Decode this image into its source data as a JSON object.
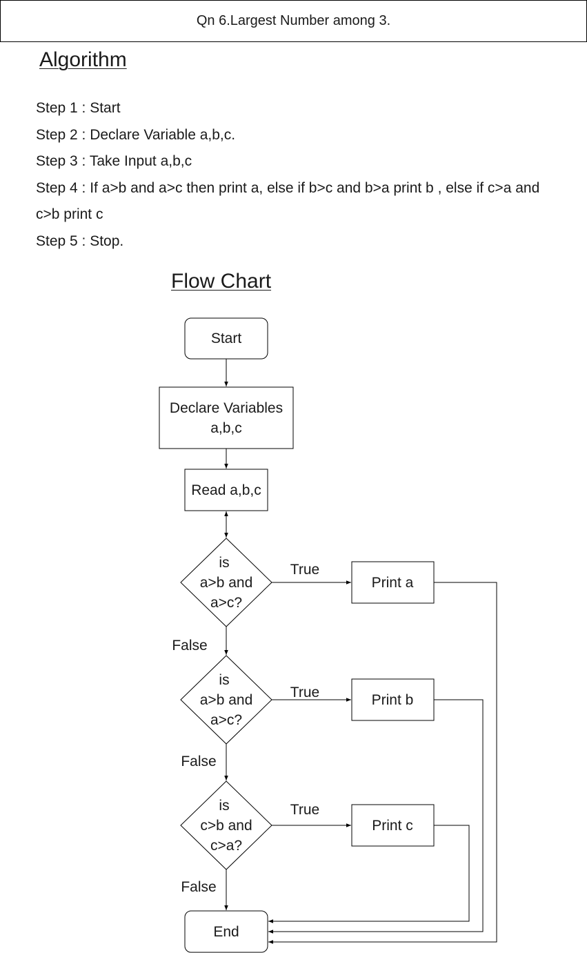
{
  "header": {
    "title": "Qn 6.Largest Number among 3."
  },
  "algorithm": {
    "heading": "Algorithm",
    "steps": [
      "Step 1 : Start",
      "Step 2 : Declare Variable a,b,c.",
      "Step 3 : Take Input a,b,c",
      "Step 4 : If a>b and a>c then print a, else if b>c and b>a print b , else if c>a and c>b print c",
      "Step 5 : Stop."
    ]
  },
  "flowchart": {
    "heading": "Flow Chart",
    "start": "Start",
    "declare": [
      "Declare Variables",
      "a,b,c"
    ],
    "read": "Read a,b,c",
    "decisions": [
      [
        "is",
        "a>b and",
        "a>c?"
      ],
      [
        "is",
        "a>b and",
        "a>c?"
      ],
      [
        "is",
        "c>b and",
        "c>a?"
      ]
    ],
    "outputs": [
      "Print a",
      "Print b",
      "Print c"
    ],
    "true_labels": [
      "True",
      "True",
      "True"
    ],
    "false_labels": [
      "False",
      "False",
      "False"
    ],
    "end": "End"
  }
}
